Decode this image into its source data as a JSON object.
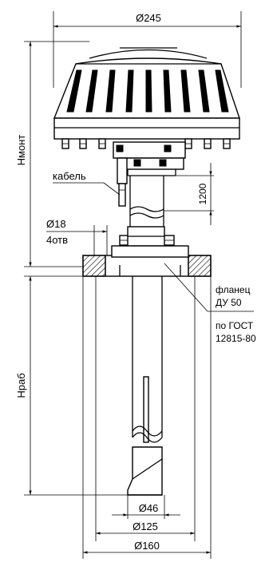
{
  "dimensions": {
    "top_diameter": "Ø245",
    "height_mount": "Hмонт",
    "height_work": "Hраб",
    "height_1200": "1200",
    "hole_diameter": "Ø18",
    "holes_count": "4отв",
    "bottom_d46": "Ø46",
    "bottom_d125": "Ø125",
    "bottom_d160": "Ø160"
  },
  "labels": {
    "cable": "кабель",
    "flange_line1": "фланец",
    "flange_line2": "ДУ 50",
    "gost_line1": "по ГОСТ",
    "gost_line2": "12815-80"
  },
  "colors": {
    "line": "#000000",
    "background": "#ffffff"
  }
}
